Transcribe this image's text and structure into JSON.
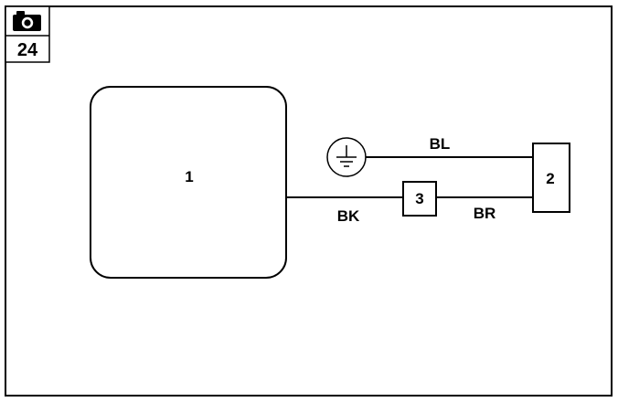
{
  "badge": {
    "icon": "camera-icon",
    "page_number": "24"
  },
  "components": {
    "box_1_label": "1",
    "box_2_label": "2",
    "box_3_label": "3",
    "ground_icon": "ground-icon"
  },
  "wires": {
    "bl_label": "BL",
    "bk_label": "BK",
    "br_label": "BR"
  },
  "colors": {
    "ink": "#000000",
    "background": "#ffffff"
  }
}
